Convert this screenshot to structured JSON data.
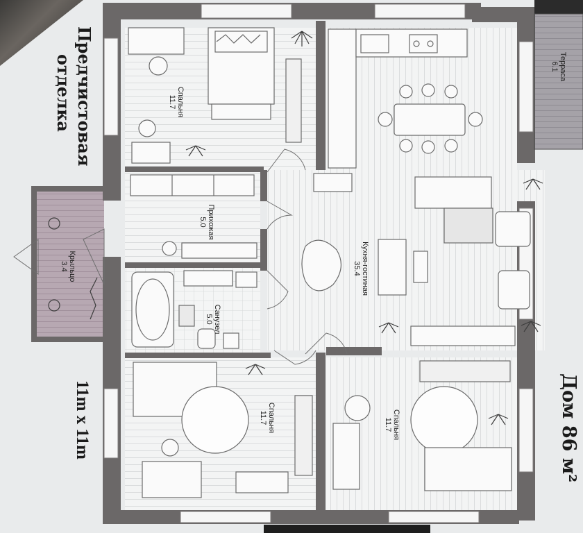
{
  "header": {
    "title": "Дом 86 м²",
    "dimensions": "11m x 11m",
    "finish_line1": "Предчистовая",
    "finish_line2": "отделка"
  },
  "rooms": [
    {
      "name": "Спальня",
      "area": "11.7"
    },
    {
      "name": "Прихожая",
      "area": "5.0"
    },
    {
      "name": "Санузел",
      "area": "5.0"
    },
    {
      "name": "Спальня",
      "area": "11.7"
    },
    {
      "name": "Кухня-гостиная",
      "area": "35.4"
    },
    {
      "name": "Спальня",
      "area": "11.7"
    },
    {
      "name": "Крыльцо",
      "area": "3.4"
    },
    {
      "name": "Терраса",
      "area": "6.1"
    }
  ],
  "colors": {
    "wall": "#6b6868",
    "floor": "#f2f3f3",
    "plank": "#d9dbdc",
    "terrace": "#9a9ca0",
    "porch": "#b9a7b3"
  }
}
